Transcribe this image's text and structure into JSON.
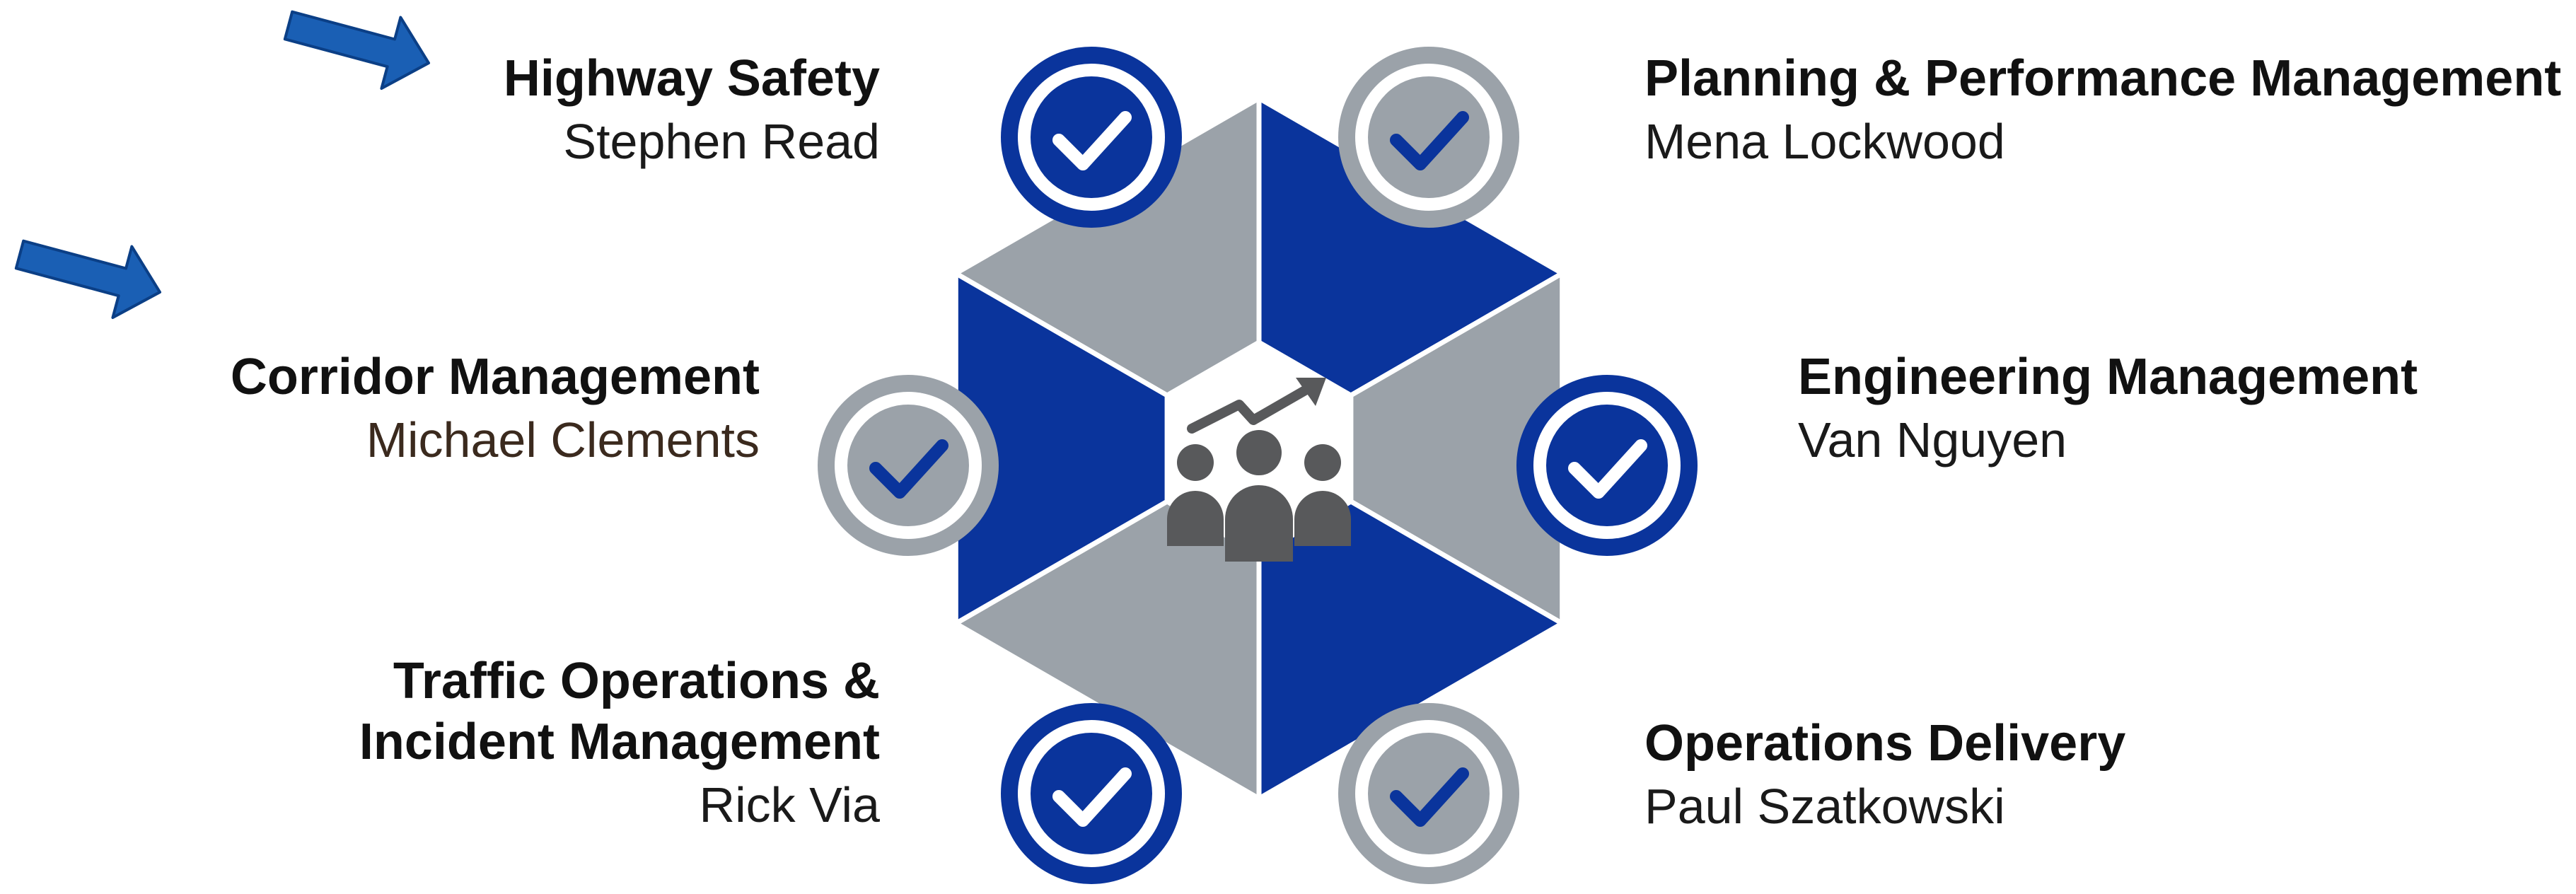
{
  "colors": {
    "blue": "#0a349c",
    "gray": "#9ba2a9",
    "icon": "#58595b",
    "arrow": "#1a5fb4",
    "name_brown": "#3b2a1e"
  },
  "center_icon": "team-growth-icon",
  "segment_icon": "checkmark-icon",
  "segments": [
    {
      "title_lines": [
        "Highway Safety"
      ],
      "person": "Stephen Read",
      "color": "blue",
      "highlighted": true
    },
    {
      "title_lines": [
        "Planning & Performance Management"
      ],
      "person": "Mena Lockwood",
      "color": "gray",
      "highlighted": false
    },
    {
      "title_lines": [
        "Engineering Management"
      ],
      "person": "Van Nguyen",
      "color": "blue",
      "highlighted": false
    },
    {
      "title_lines": [
        "Operations Delivery"
      ],
      "person": "Paul Szatkowski",
      "color": "gray",
      "highlighted": false
    },
    {
      "title_lines": [
        "Traffic Operations &",
        "Incident Management"
      ],
      "person": "Rick Via",
      "color": "blue",
      "highlighted": false
    },
    {
      "title_lines": [
        "Corridor Management"
      ],
      "person": "Michael Clements",
      "color": "gray",
      "highlighted": true
    }
  ]
}
